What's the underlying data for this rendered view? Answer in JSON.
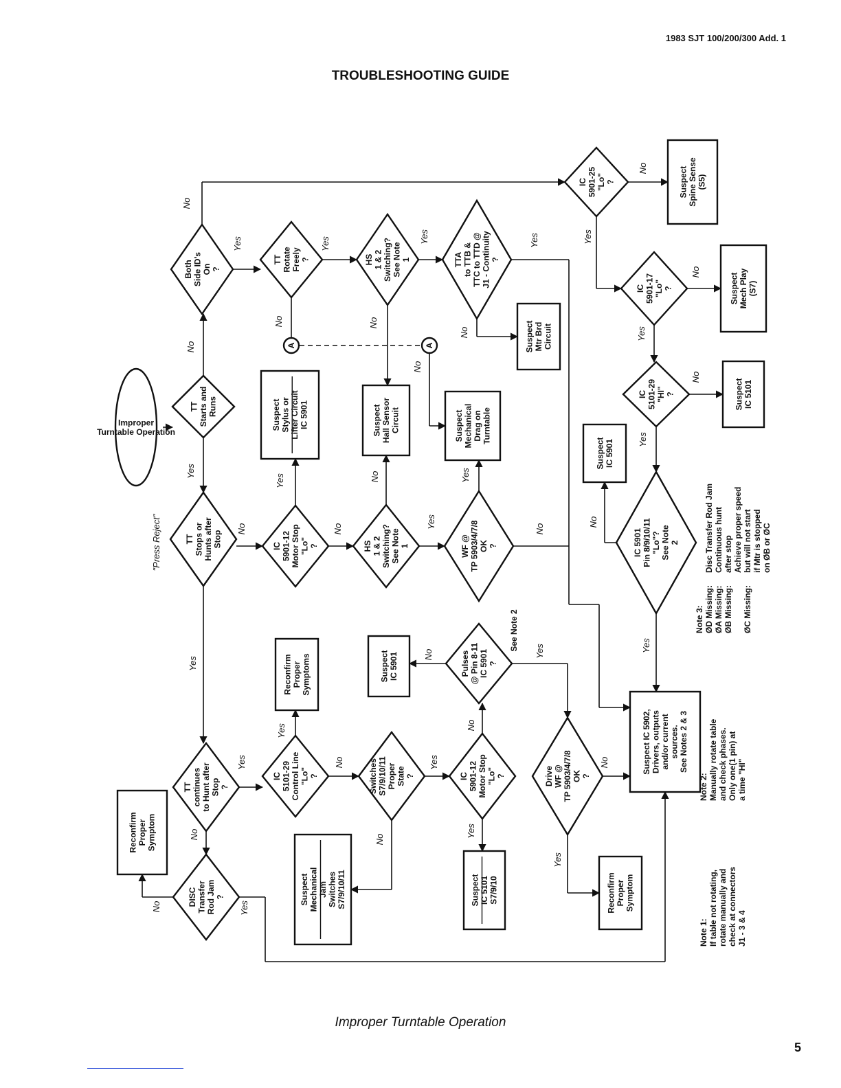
{
  "header": {
    "doc_id": "1983 SJT 100/200/300 Add. 1",
    "title": "TROUBLESHOOTING GUIDE"
  },
  "footer": {
    "caption": "Improper Turntable Operation",
    "page_number": "5"
  },
  "diagram": {
    "nodes": [
      {
        "id": "start",
        "shape": "oval",
        "lines": [
          "Improper",
          "Turntable Operation"
        ]
      },
      {
        "id": "d_starts",
        "shape": "diamond",
        "lines": [
          "TT",
          "Starts and",
          "Runs"
        ]
      },
      {
        "id": "d_side",
        "shape": "diamond",
        "lines": [
          "Both",
          "Side ID's",
          "On",
          "?"
        ]
      },
      {
        "id": "d_25",
        "shape": "diamond",
        "lines": [
          "IC",
          "5901-25",
          "\"Lo\"",
          "?"
        ]
      },
      {
        "id": "b_spine",
        "shape": "box",
        "lines": [
          "Suspect",
          "Spine Sense",
          "(S5)"
        ]
      },
      {
        "id": "d_rot",
        "shape": "diamond",
        "lines": [
          "TT",
          "Rotate",
          "Freely",
          "?"
        ]
      },
      {
        "id": "d_hs1",
        "shape": "diamond",
        "lines": [
          "HS",
          "1 & 2",
          "Switching?",
          "See Note",
          "1"
        ]
      },
      {
        "id": "d_tta",
        "shape": "diamond",
        "lines": [
          "TTA",
          "to TTB &",
          "TTC to TTD @",
          "J1 - Continuity",
          "?"
        ]
      },
      {
        "id": "b_mtr",
        "shape": "box",
        "lines": [
          "Suspect",
          "Mtr Brd",
          "Circuit"
        ]
      },
      {
        "id": "d_17",
        "shape": "diamond",
        "lines": [
          "IC",
          "5901-17",
          "\"Lo\"",
          "?"
        ]
      },
      {
        "id": "b_mech_play",
        "shape": "box",
        "lines": [
          "Suspect",
          "Mech Play",
          "(S7)"
        ]
      },
      {
        "id": "d_29hi",
        "shape": "diamond",
        "lines": [
          "IC",
          "5101-29",
          "\"HI\"",
          "?"
        ]
      },
      {
        "id": "b_5101_r",
        "shape": "box",
        "lines": [
          "Suspect",
          "IC 5101"
        ]
      },
      {
        "id": "b_stylus",
        "shape": "box",
        "lines": [
          "Suspect",
          "Stylus or",
          "Lifter Circuit",
          "IC 5901"
        ],
        "divider_after": 2
      },
      {
        "id": "b_hall",
        "shape": "box",
        "lines": [
          "Suspect",
          "Hall Sensor",
          "Circuit"
        ]
      },
      {
        "id": "b_drag",
        "shape": "box",
        "lines": [
          "Suspect",
          "Mechanical",
          "Drag on",
          "Turntable"
        ]
      },
      {
        "id": "b_5901_top",
        "shape": "box",
        "lines": [
          "Suspect",
          "IC 5901"
        ]
      },
      {
        "id": "d_stops",
        "shape": "diamond",
        "lines": [
          "TT",
          "Stops or",
          "Hunts after",
          "Stop"
        ]
      },
      {
        "id": "d_12a",
        "shape": "diamond",
        "lines": [
          "IC",
          "5901-12",
          "Motor Stop",
          "\"Lo\"",
          "?"
        ]
      },
      {
        "id": "d_hs2",
        "shape": "diamond",
        "lines": [
          "HS",
          "1 & 2",
          "Switching?",
          "See Note",
          "1"
        ]
      },
      {
        "id": "d_wf",
        "shape": "diamond",
        "lines": [
          "WF @",
          "TP 5903/4/7/8",
          "OK",
          "?"
        ]
      },
      {
        "id": "d_pin",
        "shape": "diamond",
        "lines": [
          "IC 5901",
          "Pin 8/9/10/11",
          "\"Lo\"?",
          "See Note",
          "2"
        ]
      },
      {
        "id": "b_5902",
        "shape": "box",
        "lines": [
          "Suspect IC 5902,",
          "Drivers, outputs",
          "and/or current",
          "sources.",
          "See Notes 2 & 3"
        ]
      },
      {
        "id": "d_cont",
        "shape": "diamond",
        "lines": [
          "TT",
          "continues",
          "to Hunt after",
          "Stop",
          "?"
        ]
      },
      {
        "id": "d_29lo",
        "shape": "diamond",
        "lines": [
          "IC",
          "5101-29",
          "Control Line",
          "\"Lo\"",
          "?"
        ]
      },
      {
        "id": "b_reconf_syms",
        "shape": "box",
        "lines": [
          "Reconfirm",
          "Proper",
          "Symptoms"
        ]
      },
      {
        "id": "d_sw",
        "shape": "diamond",
        "lines": [
          "Switches",
          "S7/9/10/11",
          "Proper",
          "State",
          "?"
        ]
      },
      {
        "id": "d_12b",
        "shape": "diamond",
        "lines": [
          "IC",
          "5901-12",
          "Motor Stop",
          "\"Lo\"",
          "?"
        ]
      },
      {
        "id": "d_pulses",
        "shape": "diamond",
        "lines": [
          "Pulses",
          "@ Pin 8-11",
          "IC 5901",
          "?"
        ]
      },
      {
        "id": "b_5901_mid",
        "shape": "box",
        "lines": [
          "Suspect",
          "IC 5901"
        ]
      },
      {
        "id": "d_drive",
        "shape": "diamond",
        "lines": [
          "Drive",
          "WF @",
          "TP 5903/4/7/8",
          "OK",
          "?"
        ]
      },
      {
        "id": "b_reconf_b",
        "shape": "box",
        "lines": [
          "Reconfirm",
          "Proper",
          "Symptom"
        ]
      },
      {
        "id": "b_mech_jam",
        "shape": "box",
        "lines": [
          "Suspect",
          "Mechanical",
          "Jam",
          "Switches",
          "S7/9/10/11"
        ],
        "divider_after": 2
      },
      {
        "id": "b_5101_l",
        "shape": "box",
        "lines": [
          "Suspect",
          "IC 5101",
          "S7/9/10"
        ],
        "divider_after": 1
      },
      {
        "id": "d_disc",
        "shape": "diamond",
        "lines": [
          "DISC",
          "Transfer",
          "Rod Jam",
          "?"
        ]
      },
      {
        "id": "b_reconf_t",
        "shape": "box",
        "lines": [
          "Reconfirm",
          "Proper",
          "Symptom"
        ]
      },
      {
        "id": "conn_a1",
        "shape": "circle",
        "lines": [
          "A"
        ]
      },
      {
        "id": "conn_a2",
        "shape": "circle",
        "lines": [
          "A"
        ]
      }
    ],
    "labels": {
      "yes": "Yes",
      "no": "No",
      "press_reject": "\"Press Reject\"",
      "see_note_2": "See Note 2"
    },
    "notes": {
      "note1": [
        "Note 1:",
        "If table not rotating,",
        "rotate manually and",
        "check at connectors",
        "J1 - 3 & 4"
      ],
      "note2": [
        "Note 2:",
        "Manually rotate table",
        "and check phases.",
        "Only one(1 pin) at",
        "a time \"HI\""
      ],
      "note3": {
        "title": "Note 3:",
        "rows": [
          [
            "ØD Missing:",
            "Disc Transfer Rod Jam"
          ],
          [
            "ØA Missing:",
            "Continuous hunt"
          ],
          [
            "ØB Missing:",
            "after stop"
          ],
          [
            "",
            "Achieve proper speed"
          ],
          [
            "ØC Missing:",
            "but will not start"
          ],
          [
            "",
            "if Mtr is stopped"
          ],
          [
            "",
            "on ØB or ØC"
          ]
        ]
      }
    }
  }
}
